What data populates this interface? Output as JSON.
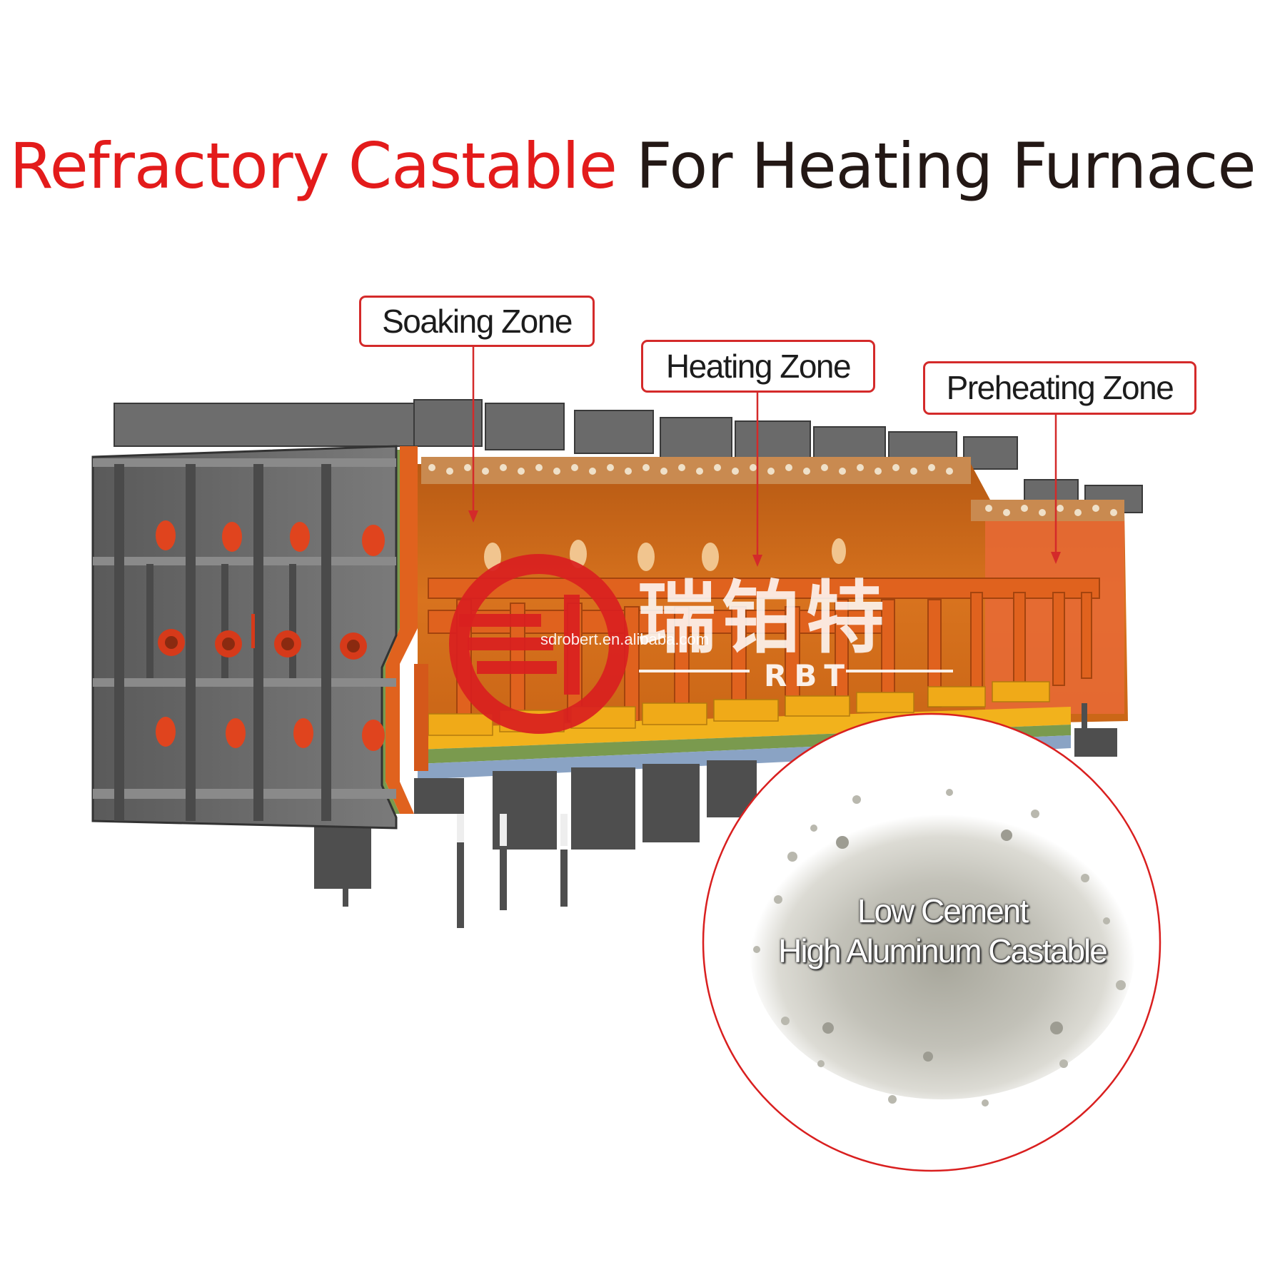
{
  "title": {
    "highlight": "Refractory Castable",
    "rest": "For Heating Furnace"
  },
  "zones": {
    "soaking": "Soaking Zone",
    "heating": "Heating Zone",
    "preheating": "Preheating Zone"
  },
  "brand": {
    "chinese": "瑞铂特",
    "latin": "RBT",
    "watermark": "sdrobert.en.alibaba.com"
  },
  "product": {
    "line1": "Low Cement",
    "line2": "High Aluminum Castable"
  },
  "colors": {
    "accent_red": "#e31b1b",
    "steel_gray": "#6e6e6e",
    "refractory_orange": "#e0621e",
    "hearth_yellow": "#f2b21c"
  }
}
